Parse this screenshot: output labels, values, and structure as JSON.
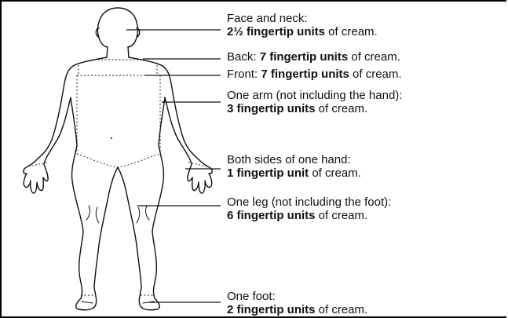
{
  "labels": {
    "face_neck": {
      "line1": "Face and neck:",
      "line2_bold": "2½ fingertip units",
      "line2_rest": " of cream."
    },
    "back": {
      "prefix": "Back: ",
      "bold": "7 fingertip units",
      "rest": " of cream."
    },
    "front": {
      "prefix": "Front: ",
      "bold": "7 fingertip units",
      "rest": " of cream."
    },
    "arm": {
      "line1": "One arm (not including the hand):",
      "line2_bold": "3 fingertip units",
      "line2_rest": " of cream."
    },
    "hand": {
      "line1": "Both sides of one hand:",
      "line2_bold": "1 fingertip unit",
      "line2_rest": " of cream."
    },
    "leg": {
      "line1": "One leg (not including the foot):",
      "line2_bold": "6 fingertip units",
      "line2_rest": " of cream."
    },
    "foot": {
      "line1": "One foot:",
      "line2_bold": "2 fingertip units",
      "line2_rest": " of cream."
    }
  },
  "colors": {
    "ink": "#111111",
    "background": "#ffffff"
  }
}
